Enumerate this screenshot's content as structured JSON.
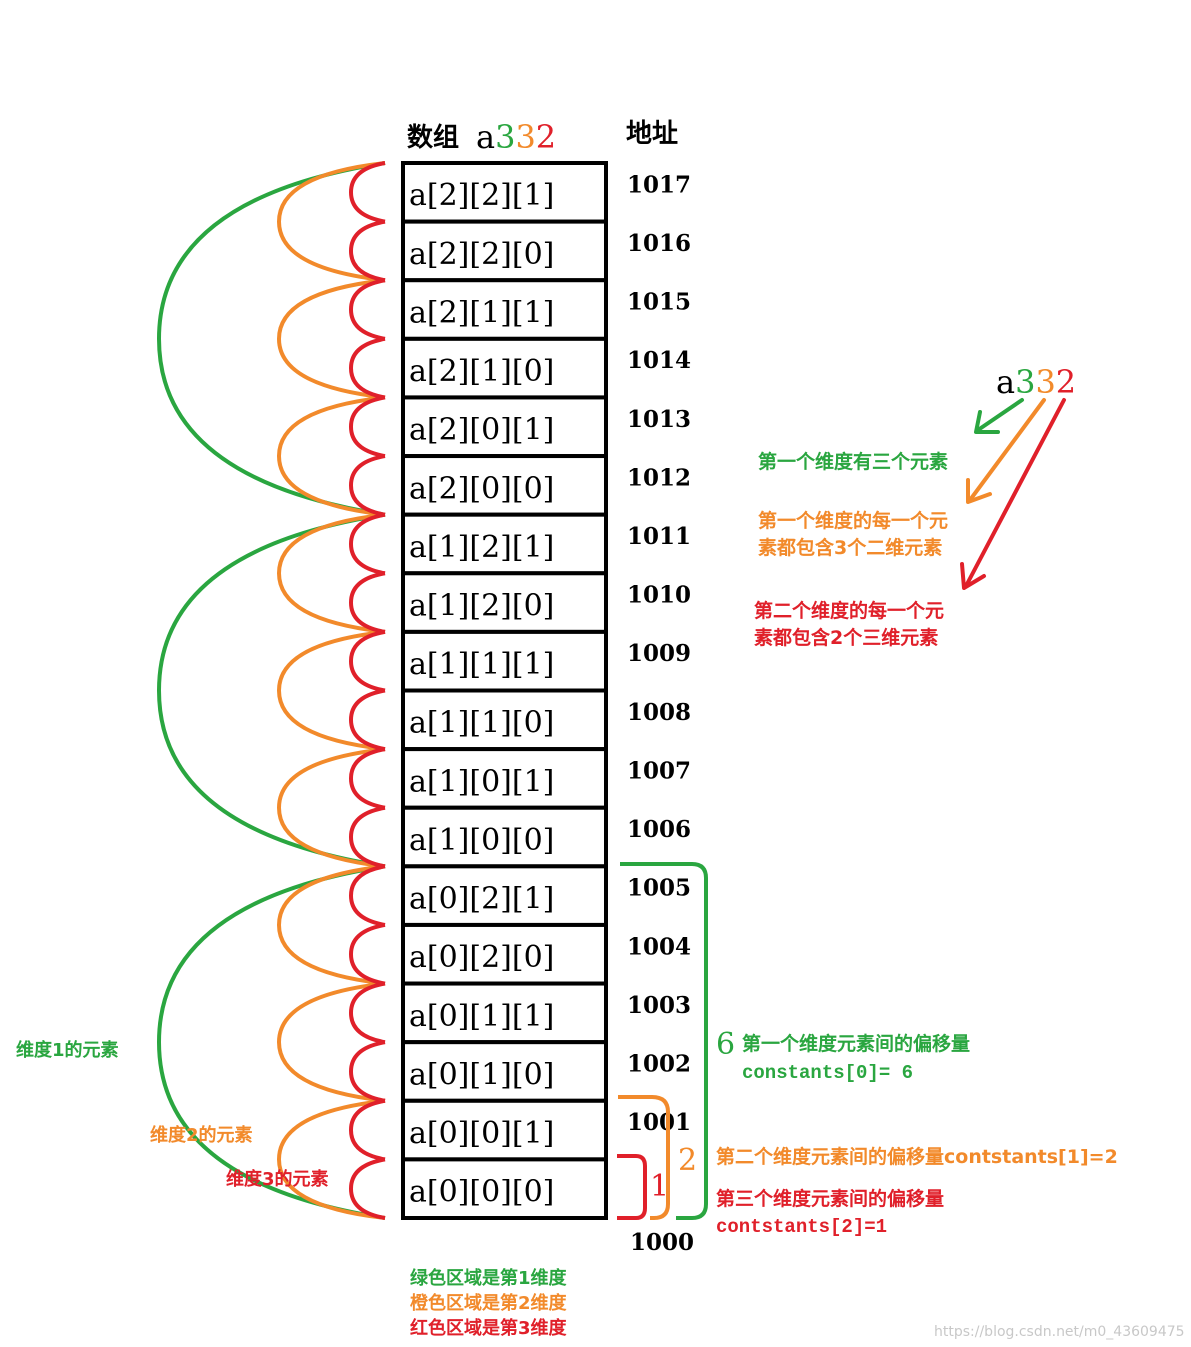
{
  "colors": {
    "green": "#2aa640",
    "orange": "#f28a2b",
    "red": "#e0202a",
    "black": "#000000"
  },
  "header": {
    "array_label": "数组",
    "array_name_prefix": "a",
    "array_name_d1": "3",
    "array_name_d2": "3",
    "array_name_d3": "2",
    "address_label": "地址"
  },
  "cells": [
    {
      "label": "a[2][2][1]",
      "address": "1017"
    },
    {
      "label": "a[2][2][0]",
      "address": "1016"
    },
    {
      "label": "a[2][1][1]",
      "address": "1015"
    },
    {
      "label": "a[2][1][0]",
      "address": "1014"
    },
    {
      "label": "a[2][0][1]",
      "address": "1013"
    },
    {
      "label": "a[2][0][0]",
      "address": "1012"
    },
    {
      "label": "a[1][2][1]",
      "address": "1011"
    },
    {
      "label": "a[1][2][0]",
      "address": "1010"
    },
    {
      "label": "a[1][1][1]",
      "address": "1009"
    },
    {
      "label": "a[1][1][0]",
      "address": "1008"
    },
    {
      "label": "a[1][0][1]",
      "address": "1007"
    },
    {
      "label": "a[1][0][0]",
      "address": "1006"
    },
    {
      "label": "a[0][2][1]",
      "address": "1005"
    },
    {
      "label": "a[0][2][0]",
      "address": "1004"
    },
    {
      "label": "a[0][1][1]",
      "address": "1003"
    },
    {
      "label": "a[0][1][0]",
      "address": "1002"
    },
    {
      "label": "a[0][0][1]",
      "address": "1001"
    },
    {
      "label": "a[0][0][0]",
      "address": "1000"
    }
  ],
  "bottom_address": "1000",
  "legend_right": {
    "name_prefix": "a",
    "name_d1": "3",
    "name_d2": "3",
    "name_d3": "2",
    "dim1_text": "第一个维度有三个元素",
    "dim2_line1": "第一个维度的每一个元",
    "dim2_line2": "素都包含3个二维元素",
    "dim3_line1": "第二个维度的每一个元",
    "dim3_line2": "素都包含2个三维元素"
  },
  "offsets": {
    "green_number": "6",
    "green_text": "第一个维度元素间的偏移量",
    "green_code": "constants[0]= 6",
    "orange_number": "2",
    "orange_text": "第二个维度元素间的偏移量contstants[1]=2",
    "red_number": "1",
    "red_text": "第三个维度元素间的偏移量",
    "red_code": "contstants[2]=1"
  },
  "left_labels": {
    "dim1": "维度1的元素",
    "dim2": "维度2的元素",
    "dim3": "维度3的元素"
  },
  "bottom_legend": {
    "green": "绿色区域是第1维度",
    "orange": "橙色区域是第2维度",
    "red": "红色区域是第3维度"
  },
  "watermark": "https://blog.csdn.net/m0_43609475"
}
